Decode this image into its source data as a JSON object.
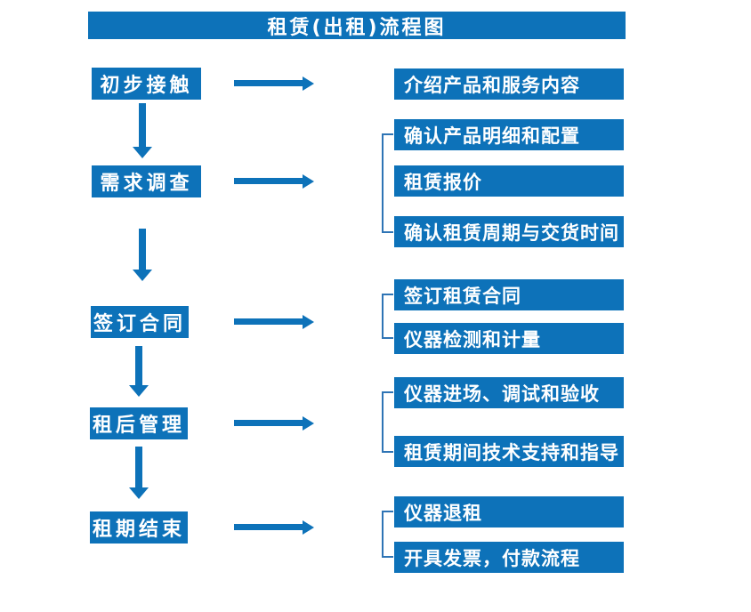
{
  "title": "租赁(出租)流程图",
  "colors": {
    "primary": "#0D72B9",
    "bracket": "#2E74B5",
    "text_on_primary": "#FFFFFF"
  },
  "steps": [
    {
      "label": "初步接触",
      "details": [
        "介绍产品和服务内容"
      ]
    },
    {
      "label": "需求调查",
      "details": [
        "确认产品明细和配置",
        "租赁报价",
        "确认租赁周期与交货时间"
      ]
    },
    {
      "label": "签订合同",
      "details": [
        "签订租赁合同",
        "仪器检测和计量"
      ]
    },
    {
      "label": "租后管理",
      "details": [
        "仪器进场、调试和验收",
        "租赁期间技术支持和指导"
      ]
    },
    {
      "label": "租期结束",
      "details": [
        "仪器退租",
        "开具发票，付款流程"
      ]
    }
  ]
}
